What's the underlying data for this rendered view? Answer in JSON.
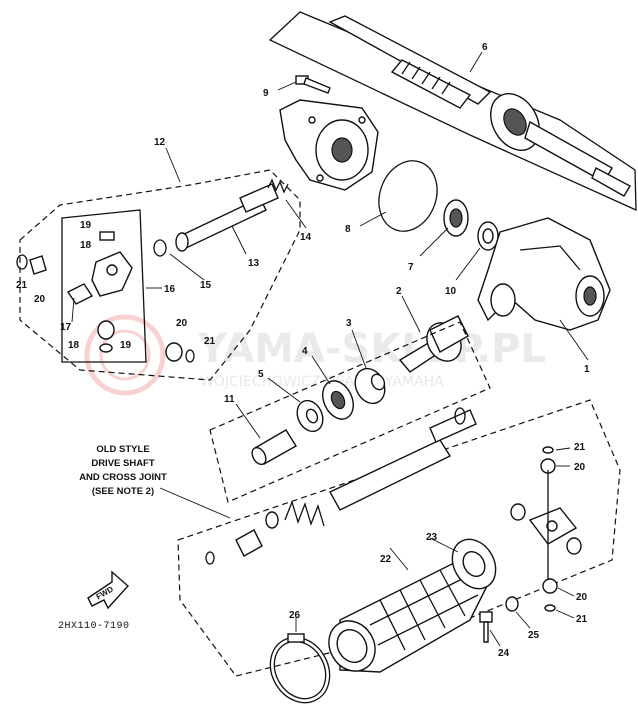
{
  "callouts": {
    "n1": "1",
    "n2": "2",
    "n3": "3",
    "n4": "4",
    "n5": "5",
    "n6": "6",
    "n7": "7",
    "n8": "8",
    "n9": "9",
    "n10": "10",
    "n11": "11",
    "n12": "12",
    "n13": "13",
    "n14": "14",
    "n15": "15",
    "n16": "16",
    "n17": "17",
    "n18a": "18",
    "n18b": "18",
    "n19a": "19",
    "n19b": "19",
    "n20a": "20",
    "n20b": "20",
    "n20c": "20",
    "n20d": "20",
    "n21a": "21",
    "n21b": "21",
    "n21c": "21",
    "n21d": "21",
    "n22": "22",
    "n23": "23",
    "n24": "24",
    "n25": "25",
    "n26": "26"
  },
  "note": {
    "line1": "OLD STYLE",
    "line2": "DRIVE SHAFT",
    "line3": "AND CROSS JOINT",
    "line4": "(SEE NOTE 2)"
  },
  "fwd_label": "FWD",
  "diagram_code": "2HX110-7190",
  "watermark": {
    "main": "YAMA-SKLEP.PL",
    "sub": "WOJCIECHOWICZ DEALER YAMAHA"
  }
}
